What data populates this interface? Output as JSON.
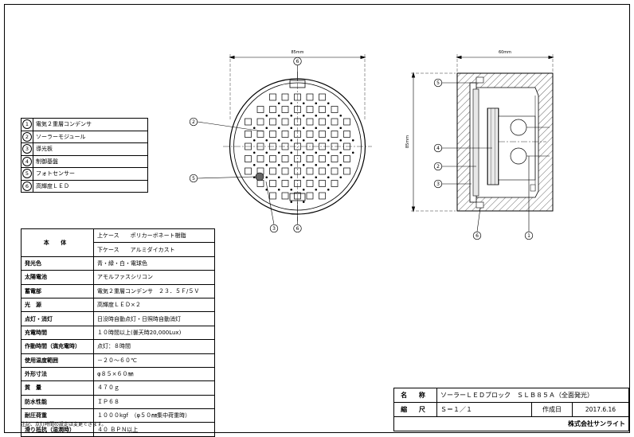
{
  "front_view": {
    "dim_width": "85mm",
    "callouts": [
      "6",
      "2",
      "5",
      "3",
      "6"
    ]
  },
  "side_view": {
    "dim_width": "60mm",
    "dim_height": "85mm",
    "callouts": [
      "5",
      "4",
      "2",
      "3",
      "6",
      "1"
    ]
  },
  "parts": [
    {
      "num": "1",
      "label": "電気２重層コンデンサ"
    },
    {
      "num": "2",
      "label": "ソーラーモジュール"
    },
    {
      "num": "3",
      "label": "導光板"
    },
    {
      "num": "4",
      "label": "制御基盤"
    },
    {
      "num": "5",
      "label": "フォトセンサー"
    },
    {
      "num": "6",
      "label": "高輝度ＬＥＤ"
    }
  ],
  "spec": {
    "body_label": "本 体",
    "upper_case_label": "上ケース",
    "upper_case_value": "ポリカーボネート樹脂",
    "lower_case_label": "下ケース",
    "lower_case_value": "アルミダイカスト",
    "rows": [
      {
        "label": "発光色",
        "value": "青・緑・白・電球色"
      },
      {
        "label": "太陽電池",
        "value": "アモルファスシリコン"
      },
      {
        "label": "蓄電部",
        "value": "電気２重層コンデンサ　２３．５Ｆ/５Ｖ"
      },
      {
        "label": "光　源",
        "value": "高輝度ＬＥＤ×２"
      },
      {
        "label": "点灯・消灯",
        "value": "日没時自動点灯・日照時自動消灯"
      },
      {
        "label": "充電時間",
        "value": "１０時間以上(曇天時20,000Lux)"
      },
      {
        "label": "作動時間（満充電時）",
        "value": "点灯：８時間"
      },
      {
        "label": "使用温度範囲",
        "value": "－２０～６０℃"
      },
      {
        "label": "外形寸法",
        "value": "φ８５×６０㎜"
      },
      {
        "label": "質　量",
        "value": "４７０ｇ"
      },
      {
        "label": "防水性能",
        "value": "ＩＰ６８"
      },
      {
        "label": "耐圧荷重",
        "value": "１０００kgf　（φ５０㎜集中荷重時）"
      },
      {
        "label": "滑り抵抗（湿潤時）",
        "value": "４０ ＢＰＮ以上"
      }
    ],
    "note": "注記、点灯時間の設定は変更できます。"
  },
  "title_block": {
    "name_label": "名 称",
    "name_value": "ソーラーＬＥＤブロック　ＳＬＢ８５Ａ（全面発光）",
    "scale_label": "縮 尺",
    "scale_value": "Ｓ＝１／１",
    "date_label": "作成日",
    "date_value": "2017.6.16",
    "company": "株式会社サンライト"
  }
}
